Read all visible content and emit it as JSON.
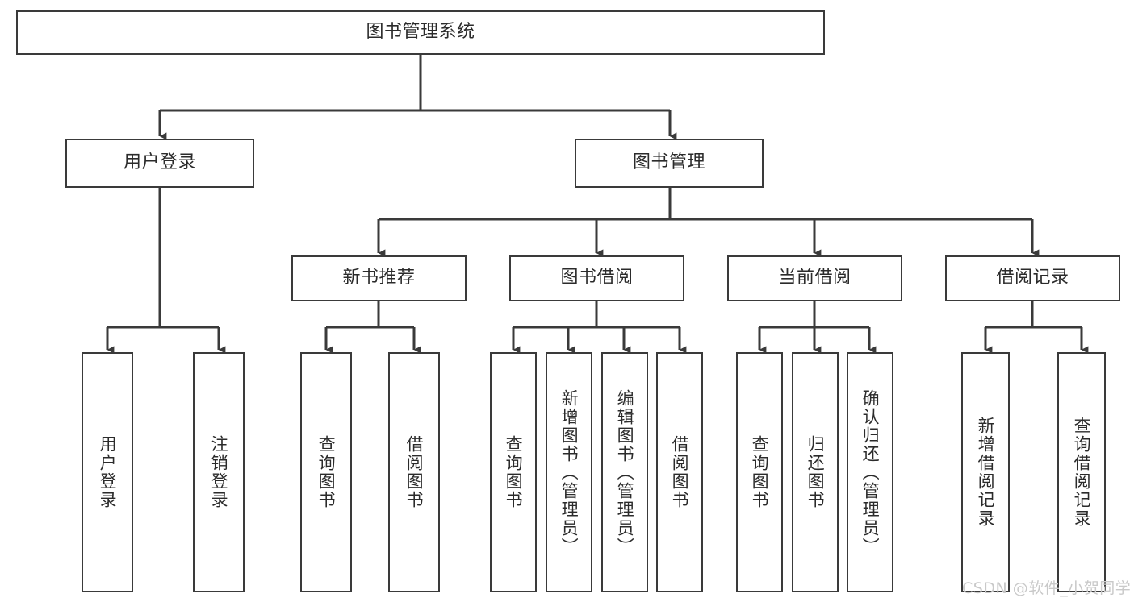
{
  "diagram": {
    "title_node": {
      "label": "图书管理系统"
    },
    "level2": [
      {
        "id": "user-login",
        "label": "用户登录"
      },
      {
        "id": "book-management",
        "label": "图书管理"
      }
    ],
    "level3": [
      {
        "id": "new-book-recommend",
        "label": "新书推荐"
      },
      {
        "id": "book-borrow",
        "label": "图书借阅"
      },
      {
        "id": "current-borrow",
        "label": "当前借阅"
      },
      {
        "id": "borrow-record",
        "label": "借阅记录"
      }
    ],
    "leaves": {
      "user_login": [
        {
          "id": "leaf-user-login",
          "label": "用户登录"
        },
        {
          "id": "leaf-logout-login",
          "label": "注销登录"
        }
      ],
      "new_book_recommend": [
        {
          "id": "leaf-query-book-1",
          "label": "查询图书"
        },
        {
          "id": "leaf-borrow-book-1",
          "label": "借阅图书"
        }
      ],
      "book_borrow": [
        {
          "id": "leaf-query-book-2",
          "label": "查询图书"
        },
        {
          "id": "leaf-add-book",
          "label": "新增图书（管理员）"
        },
        {
          "id": "leaf-edit-book",
          "label": "编辑图书（管理员）"
        },
        {
          "id": "leaf-borrow-book-2",
          "label": "借阅图书"
        }
      ],
      "current_borrow": [
        {
          "id": "leaf-query-book-3",
          "label": "查询图书"
        },
        {
          "id": "leaf-return-book",
          "label": "归还图书"
        },
        {
          "id": "leaf-confirm-return",
          "label": "确认归还（管理员）"
        }
      ],
      "borrow_record": [
        {
          "id": "leaf-add-record",
          "label": "新增借阅记录"
        },
        {
          "id": "leaf-query-record",
          "label": "查询借阅记录"
        }
      ]
    },
    "watermark": "CSDN @软件_小贺同学",
    "colors": {
      "stroke": "#3a3a3a",
      "text": "#2b2b2b",
      "background": "#ffffff",
      "watermark": "#c9c9c9"
    }
  }
}
